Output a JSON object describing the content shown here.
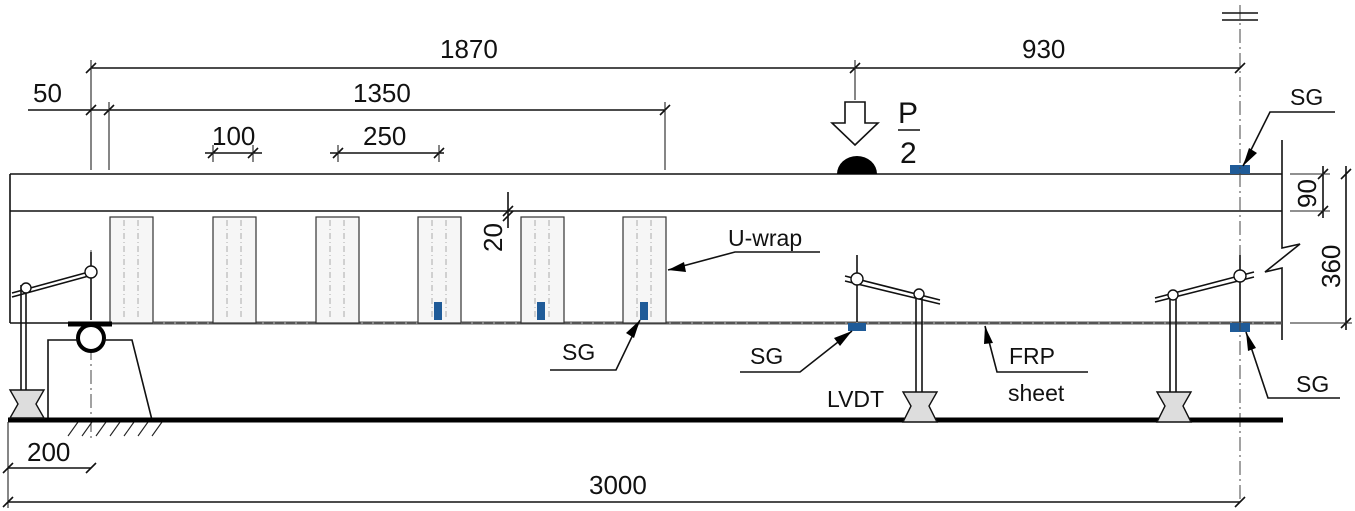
{
  "dimensions": {
    "d1870": "1870",
    "d930": "930",
    "d50": "50",
    "d1350": "1350",
    "d100": "100",
    "d250": "250",
    "d20": "20",
    "d90": "90",
    "d360": "360",
    "d200": "200",
    "d3000": "3000"
  },
  "load": {
    "numerator": "P",
    "denominator": "2"
  },
  "labels": {
    "uwrap": "U-wrap",
    "sg_left": "SG",
    "sg_mid": "SG",
    "sg_top_right": "SG",
    "sg_bottom_right": "SG",
    "lvdt": "LVDT",
    "frp_line1": "FRP",
    "frp_line2": "sheet"
  },
  "colors": {
    "strain_gauge": "#1f5b98",
    "lines": "#111111"
  }
}
